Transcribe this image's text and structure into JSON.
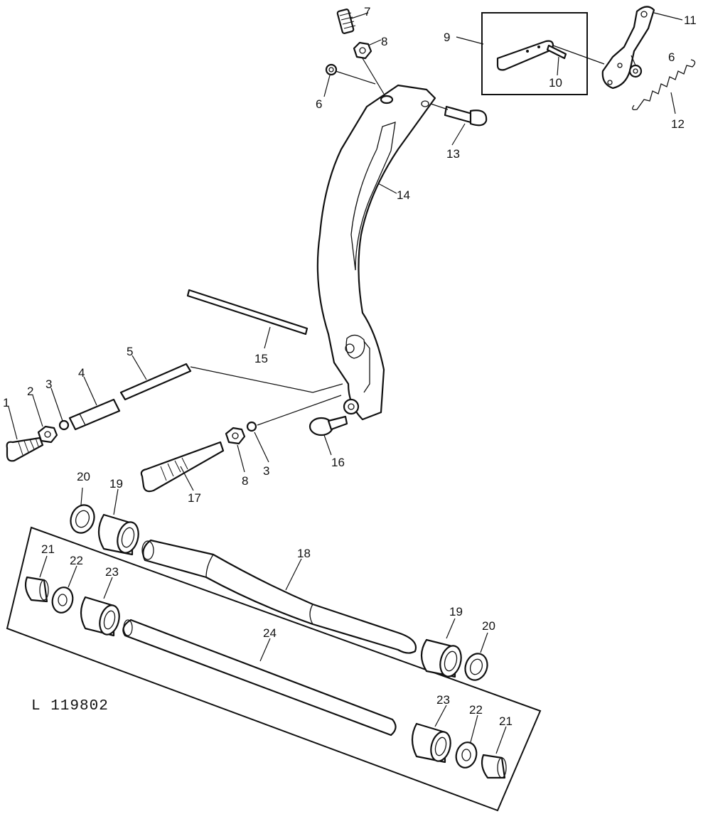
{
  "figure_code": "L 119802",
  "callouts": {
    "c1": "1",
    "c2": "2",
    "c3a": "3",
    "c3b": "3",
    "c4": "4",
    "c5": "5",
    "c6a": "6",
    "c6b": "6",
    "c7": "7",
    "c8a": "8",
    "c8b": "8",
    "c9": "9",
    "c10": "10",
    "c11": "11",
    "c12": "12",
    "c13": "13",
    "c14": "14",
    "c15": "15",
    "c16": "16",
    "c17": "17",
    "c18": "18",
    "c19a": "19",
    "c19b": "19",
    "c20a": "20",
    "c20b": "20",
    "c21a": "21",
    "c21b": "21",
    "c22a": "22",
    "c22b": "22",
    "c23a": "23",
    "c23b": "23",
    "c24": "24"
  }
}
